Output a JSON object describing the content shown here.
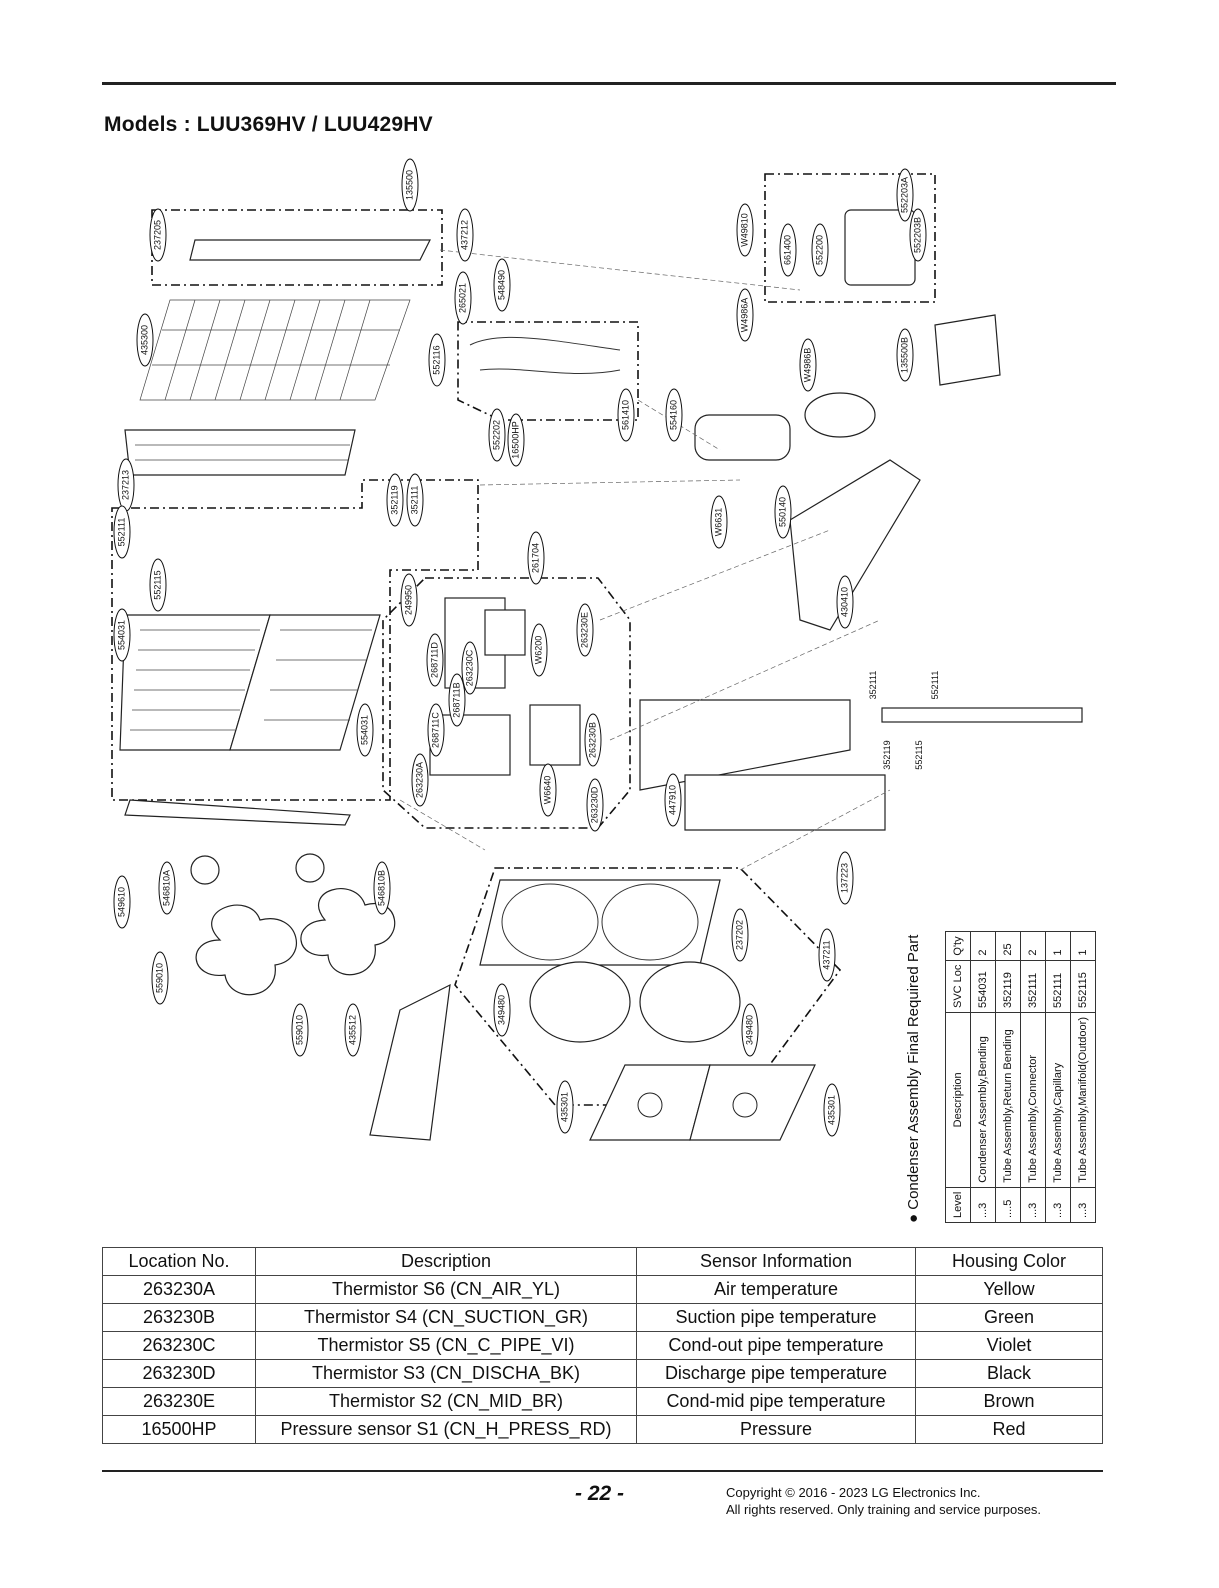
{
  "title": "Models : LUU369HV / LUU429HV",
  "callouts": [
    "135500",
    "237205",
    "437212",
    "548490",
    "265021",
    "W49810",
    "661400",
    "552200",
    "552203A",
    "552203B",
    "435300",
    "552116",
    "W4986A",
    "W4986B",
    "135500B",
    "552202",
    "16500HP",
    "561410",
    "554160",
    "237213",
    "352119",
    "352111",
    "552111",
    "552115",
    "261704",
    "W6631",
    "550140",
    "554031",
    "249950",
    "263230E",
    "W6200",
    "268711D",
    "263230C",
    "268711B",
    "268711C",
    "554031",
    "263230A",
    "263230B",
    "W6640",
    "263230D",
    "430410",
    "447910",
    "137223",
    "549610",
    "546810A",
    "546810B",
    "437211",
    "237202",
    "559010",
    "559010",
    "435512",
    "349480",
    "349480",
    "435301",
    "435301"
  ],
  "manifold_labels": [
    "352111",
    "552111",
    "352119",
    "552115"
  ],
  "condenser_table": {
    "title": "Condenser Assembly Final Required Part",
    "headers": [
      "Level",
      "Description",
      "SVC Loc",
      "Q'ty"
    ],
    "rows": [
      [
        "...3",
        "Condenser Assembly,Bending",
        "554031",
        "2"
      ],
      [
        "....5",
        "Tube Assembly,Return Bending",
        "352119",
        "25"
      ],
      [
        "...3",
        "Tube Assembly,Connector",
        "352111",
        "2"
      ],
      [
        "...3",
        "Tube Assembly,Capillary",
        "552111",
        "1"
      ],
      [
        "...3",
        "Tube Assembly,Manifold(Outdoor)",
        "552115",
        "1"
      ]
    ]
  },
  "sensor_table": {
    "headers": [
      "Location No.",
      "Description",
      "Sensor Information",
      "Housing Color"
    ],
    "rows": [
      [
        "263230A",
        "Thermistor S6 (CN_AIR_YL)",
        "Air temperature",
        "Yellow"
      ],
      [
        "263230B",
        "Thermistor S4 (CN_SUCTION_GR)",
        "Suction pipe temperature",
        "Green"
      ],
      [
        "263230C",
        "Thermistor S5 (CN_C_PIPE_VI)",
        "Cond-out pipe temperature",
        "Violet"
      ],
      [
        "263230D",
        "Thermistor S3 (CN_DISCHA_BK)",
        "Discharge pipe temperature",
        "Black"
      ],
      [
        "263230E",
        "Thermistor S2 (CN_MID_BR)",
        "Cond-mid pipe temperature",
        "Brown"
      ],
      [
        "16500HP",
        "Pressure sensor S1 (CN_H_PRESS_RD)",
        "Pressure",
        "Red"
      ]
    ]
  },
  "footer": {
    "page_number": "- 22 -",
    "copyright_line1": "Copyright © 2016 - 2023 LG Electronics Inc.",
    "copyright_line2": "All rights reserved. Only training and service purposes."
  }
}
